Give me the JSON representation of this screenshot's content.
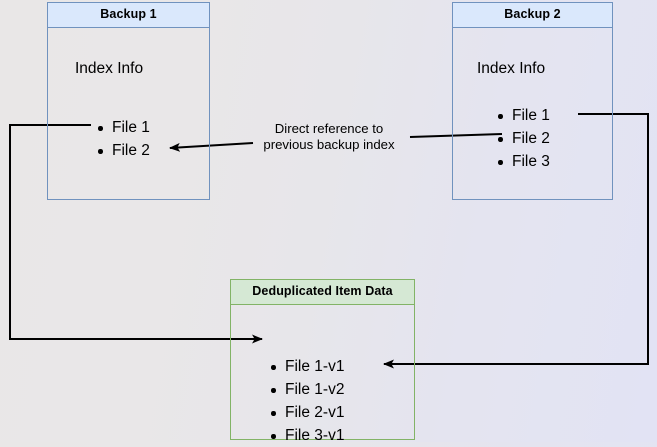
{
  "diagram": {
    "title": "Backup deduplication reference diagram",
    "background": {
      "from_color": "#e9e7e7",
      "to_color": "#e2e3f4"
    },
    "palette": {
      "blue_border": "#7092be",
      "blue_fill": "#dae8fc",
      "green_border": "#82b366",
      "green_fill": "#d5e8d4",
      "connector": "#000000"
    },
    "boxes": {
      "backup1": {
        "header": "Backup 1",
        "section_label": "Index Info",
        "items": [
          {
            "label": "File 1"
          },
          {
            "label": "File 2"
          }
        ]
      },
      "backup2": {
        "header": "Backup 2",
        "section_label": "Index Info",
        "items": [
          {
            "label": "File 1"
          },
          {
            "label": "File 2"
          },
          {
            "label": "File 3"
          }
        ]
      },
      "dedup": {
        "header": "Deduplicated Item Data",
        "items": [
          {
            "label": "File 1-v1"
          },
          {
            "label": "File 1-v2"
          },
          {
            "label": "File 2-v1"
          },
          {
            "label": "File 3-v1"
          }
        ]
      }
    },
    "annotations": {
      "direct_reference": {
        "line1": "Direct reference to",
        "line2": "previous backup index"
      }
    },
    "connectors": [
      {
        "name": "backup2-index-to-backup1-file2",
        "from": "Backup 2 index",
        "to": "Backup 1 File 2",
        "label": "Direct reference to previous backup index"
      },
      {
        "name": "backup1-file1-to-dedup-file1v1",
        "from": "Backup 1 File 1",
        "to": "Deduplicated File 1-v1"
      },
      {
        "name": "backup2-file1-to-dedup-file1v2",
        "from": "Backup 2 File 1",
        "to": "Deduplicated File 1-v2"
      }
    ]
  }
}
